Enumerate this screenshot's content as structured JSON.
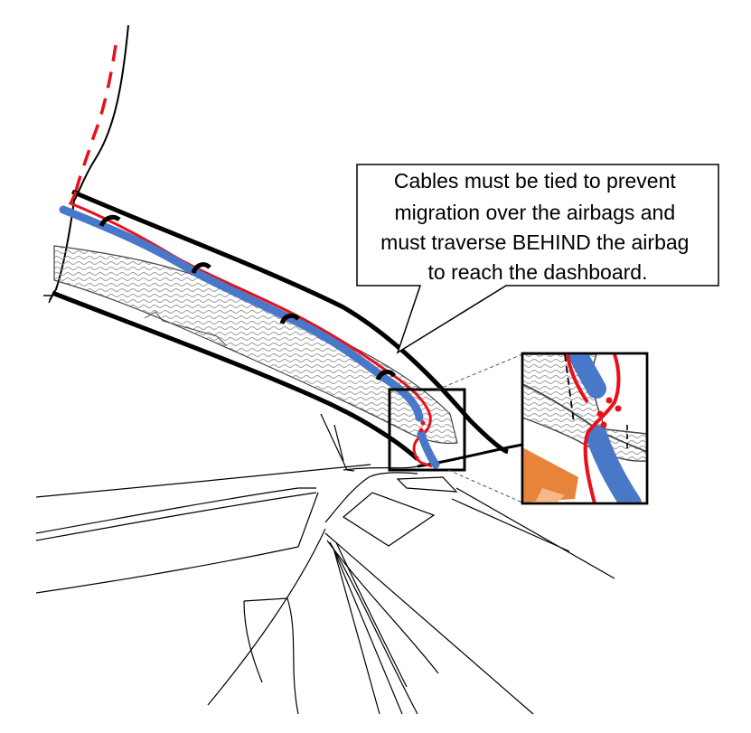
{
  "callout": {
    "lines": [
      "Cables must be tied to prevent",
      "migration over the airbags and",
      "must traverse BEHIND the airbag",
      "to reach the dashboard."
    ]
  },
  "colors": {
    "cable_red": "#e8101a",
    "cable_blue": "#4a78c8",
    "airbag_hatch": "#9a9a9a",
    "dashboard_orange": "#e8843a",
    "outline": "#000000"
  }
}
